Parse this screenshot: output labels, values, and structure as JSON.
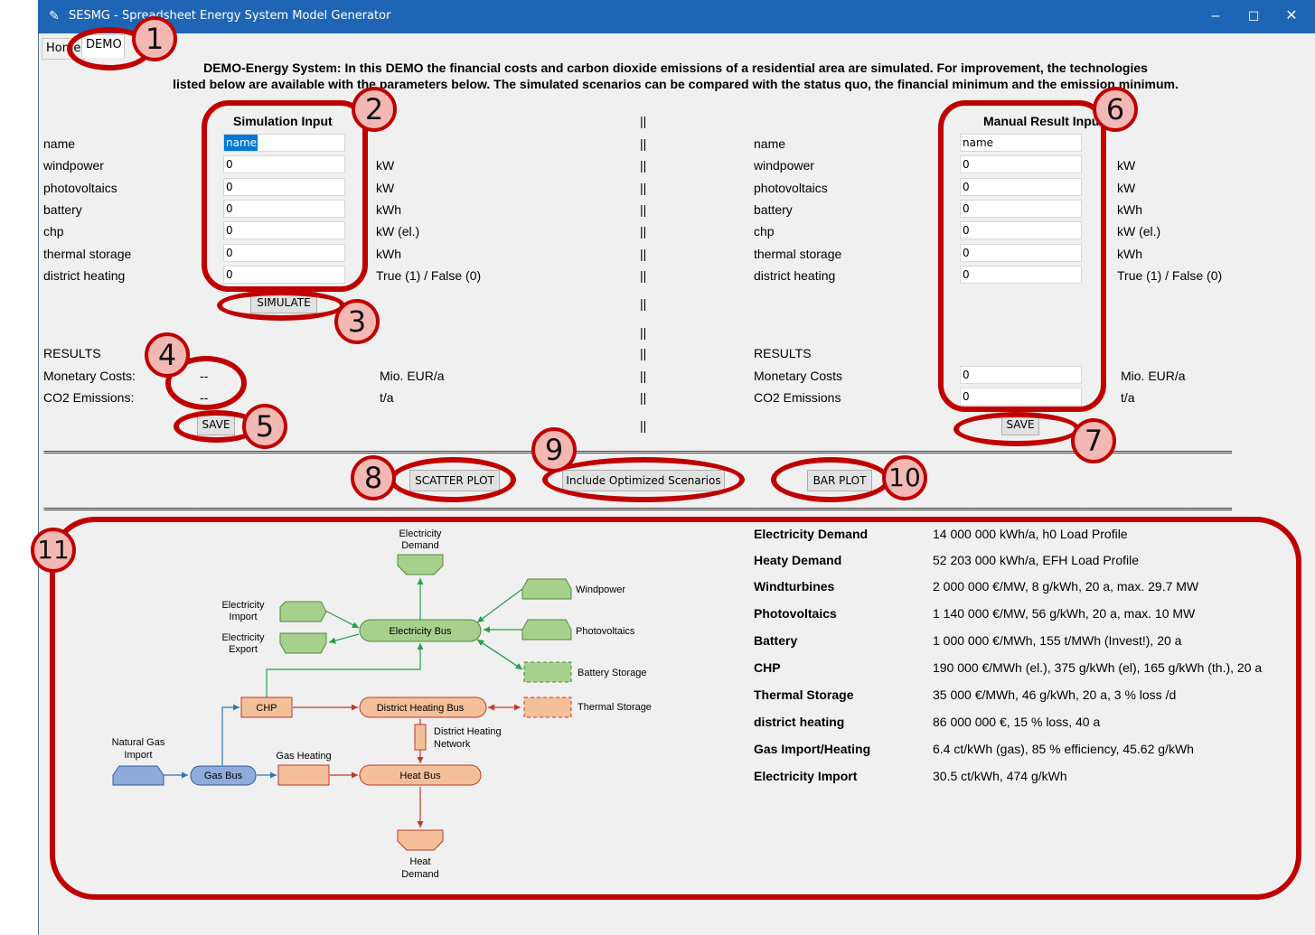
{
  "window": {
    "title": "SESMG - Spreadsheet Energy System Model Generator",
    "controls": {
      "minimize": "–",
      "maximize": "☐",
      "close": "✕"
    }
  },
  "tabs": [
    {
      "label": "Home"
    },
    {
      "label": "DEMO"
    }
  ],
  "intro": {
    "line1": "DEMO-Energy System: In this DEMO the financial costs and carbon dioxide emissions of a residential area are simulated. For improvement, the technologies",
    "line2": "listed below are available with the parameters below. The simulated scenarios can be compared with the status quo, the financial minimum and the emission minimum."
  },
  "simulation_input": {
    "heading": "Simulation Input",
    "rows": [
      {
        "label": "name",
        "value": "name",
        "unit": ""
      },
      {
        "label": "windpower",
        "value": "0",
        "unit": "kW"
      },
      {
        "label": "photovoltaics",
        "value": "0",
        "unit": "kW"
      },
      {
        "label": "battery",
        "value": "0",
        "unit": "kWh"
      },
      {
        "label": "chp",
        "value": "0",
        "unit": "kW (el.)"
      },
      {
        "label": "thermal storage",
        "value": "0",
        "unit": "kWh"
      },
      {
        "label": "district heating",
        "value": "0",
        "unit": "True (1) / False (0)"
      }
    ],
    "simulate_label": "SIMULATE",
    "results_heading": "RESULTS",
    "results": [
      {
        "label": "Monetary Costs:",
        "value": "--",
        "unit": "Mio. EUR/a"
      },
      {
        "label": "CO2 Emissions:",
        "value": "--",
        "unit": "t/a"
      }
    ],
    "save_label": "SAVE"
  },
  "manual_input": {
    "heading": "Manual Result Input",
    "rows": [
      {
        "label": "name",
        "value": "name",
        "unit": ""
      },
      {
        "label": "windpower",
        "value": "0",
        "unit": "kW"
      },
      {
        "label": "photovoltaics",
        "value": "0",
        "unit": "kW"
      },
      {
        "label": "battery",
        "value": "0",
        "unit": "kWh"
      },
      {
        "label": "chp",
        "value": "0",
        "unit": "kW (el.)"
      },
      {
        "label": "thermal storage",
        "value": "0",
        "unit": "kWh"
      },
      {
        "label": "district heating",
        "value": "0",
        "unit": "True (1) / False (0)"
      }
    ],
    "results_heading": "RESULTS",
    "results": [
      {
        "label": "Monetary Costs",
        "value": "0",
        "unit": "Mio. EUR/a"
      },
      {
        "label": "CO2 Emissions",
        "value": "0",
        "unit": "t/a"
      }
    ],
    "save_label": "SAVE"
  },
  "separator": "||",
  "divider_text": "==============================================================================================================================================================================================================================================",
  "plot_buttons": {
    "scatter": "SCATTER PLOT",
    "include": "Include Optimized Scenarios",
    "bar": "BAR PLOT"
  },
  "diagram": {
    "electricity_demand": "Electricity\nDemand",
    "electricity_import": "Electricity\nImport",
    "electricity_export": "Electricity\nExport",
    "electricity_bus": "Electricity Bus",
    "windpower": "Windpower",
    "photovoltaics": "Photovoltaics",
    "battery_storage": "Battery Storage",
    "chp": "CHP",
    "district_heating_bus": "District Heating Bus",
    "thermal_storage": "Thermal Storage",
    "district_heating_network": "District Heating\nNetwork",
    "natural_gas_import": "Natural Gas\nImport",
    "gas_bus": "Gas Bus",
    "gas_heating": "Gas Heating",
    "heat_bus": "Heat Bus",
    "heat_demand": "Heat\nDemand"
  },
  "parameters": [
    {
      "key": "Electricity Demand",
      "value": "14 000 000 kWh/a, h0 Load Profile"
    },
    {
      "key": "Heaty Demand",
      "value": "52 203 000 kWh/a, EFH Load Profile"
    },
    {
      "key": "Windturbines",
      "value": "2 000 000 €/MW, 8 g/kWh, 20 a, max. 29.7 MW"
    },
    {
      "key": "Photovoltaics",
      "value": "1 140 000 €/MW, 56 g/kWh, 20 a, max. 10 MW"
    },
    {
      "key": "Battery",
      "value": "1 000 000 €/MWh, 155 t/MWh (Invest!), 20 a"
    },
    {
      "key": "CHP",
      "value": "190 000 €/MWh (el.), 375 g/kWh (el), 165 g/kWh (th.), 20 a"
    },
    {
      "key": "Thermal Storage",
      "value": "35 000 €/MWh, 46 g/kWh, 20 a, 3 % loss /d"
    },
    {
      "key": "district heating",
      "value": "86 000 000 €, 15 % loss, 40 a"
    },
    {
      "key": "Gas Import/Heating",
      "value": "6.4 ct/kWh (gas), 85 % efficiency, 45.62 g/kWh"
    },
    {
      "key": "Electricity Import",
      "value": "30.5 ct/kWh, 474 g/kWh"
    }
  ],
  "annotations": [
    "1",
    "2",
    "3",
    "4",
    "5",
    "6",
    "7",
    "8",
    "9",
    "10",
    "11"
  ],
  "colors": {
    "annotation_red": "#c00000",
    "badge_fill": "#f4b8b4",
    "electricity_green": "#a8d08d",
    "heat_orange": "#f4c09a",
    "gas_blue": "#8faadc",
    "titlebar": "#1f65b5"
  }
}
